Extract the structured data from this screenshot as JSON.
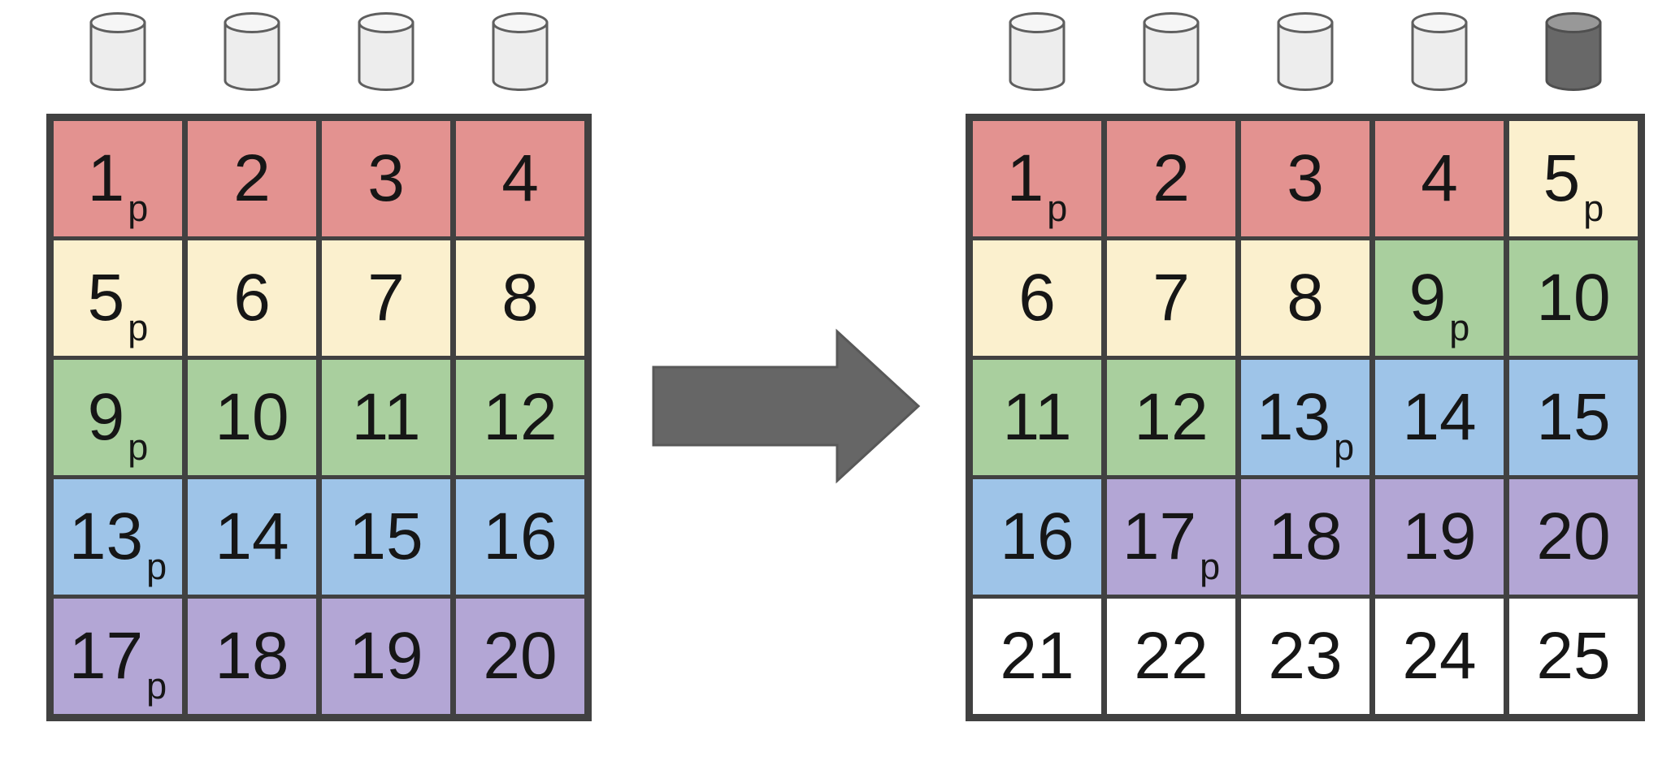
{
  "diagram": {
    "type": "partition-rebalancing",
    "arrow_direction": "right"
  },
  "colors": {
    "red": "#E39290",
    "cream": "#FBF0CE",
    "green": "#A9CF9E",
    "blue": "#9EC4E8",
    "purple": "#B3A6D5",
    "white": "#FFFFFF",
    "grid_line": "#414141",
    "arrow_fill": "#666666",
    "arrow_stroke": "#585858",
    "disk_light_body": "#EDEDED",
    "disk_light_top": "#F6F6F6",
    "disk_light_stroke": "#5F5F5F",
    "disk_dark_body": "#686868",
    "disk_dark_top": "#989898",
    "disk_dark_stroke": "#4F4F4F"
  },
  "left_panel": {
    "disks": [
      {
        "variant": "light"
      },
      {
        "variant": "light"
      },
      {
        "variant": "light"
      },
      {
        "variant": "light"
      }
    ],
    "grid_rows": [
      [
        {
          "label": "1",
          "subscript": "p",
          "color": "red"
        },
        {
          "label": "2",
          "subscript": "",
          "color": "red"
        },
        {
          "label": "3",
          "subscript": "",
          "color": "red"
        },
        {
          "label": "4",
          "subscript": "",
          "color": "red"
        }
      ],
      [
        {
          "label": "5",
          "subscript": "p",
          "color": "cream"
        },
        {
          "label": "6",
          "subscript": "",
          "color": "cream"
        },
        {
          "label": "7",
          "subscript": "",
          "color": "cream"
        },
        {
          "label": "8",
          "subscript": "",
          "color": "cream"
        }
      ],
      [
        {
          "label": "9",
          "subscript": "p",
          "color": "green"
        },
        {
          "label": "10",
          "subscript": "",
          "color": "green"
        },
        {
          "label": "11",
          "subscript": "",
          "color": "green"
        },
        {
          "label": "12",
          "subscript": "",
          "color": "green"
        }
      ],
      [
        {
          "label": "13",
          "subscript": "p",
          "color": "blue"
        },
        {
          "label": "14",
          "subscript": "",
          "color": "blue"
        },
        {
          "label": "15",
          "subscript": "",
          "color": "blue"
        },
        {
          "label": "16",
          "subscript": "",
          "color": "blue"
        }
      ],
      [
        {
          "label": "17",
          "subscript": "p",
          "color": "purple"
        },
        {
          "label": "18",
          "subscript": "",
          "color": "purple"
        },
        {
          "label": "19",
          "subscript": "",
          "color": "purple"
        },
        {
          "label": "20",
          "subscript": "",
          "color": "purple"
        }
      ]
    ]
  },
  "right_panel": {
    "disks": [
      {
        "variant": "light"
      },
      {
        "variant": "light"
      },
      {
        "variant": "light"
      },
      {
        "variant": "light"
      },
      {
        "variant": "dark"
      }
    ],
    "grid_rows": [
      [
        {
          "label": "1",
          "subscript": "p",
          "color": "red"
        },
        {
          "label": "2",
          "subscript": "",
          "color": "red"
        },
        {
          "label": "3",
          "subscript": "",
          "color": "red"
        },
        {
          "label": "4",
          "subscript": "",
          "color": "red"
        },
        {
          "label": "5",
          "subscript": "p",
          "color": "cream"
        }
      ],
      [
        {
          "label": "6",
          "subscript": "",
          "color": "cream"
        },
        {
          "label": "7",
          "subscript": "",
          "color": "cream"
        },
        {
          "label": "8",
          "subscript": "",
          "color": "cream"
        },
        {
          "label": "9",
          "subscript": "p",
          "color": "green"
        },
        {
          "label": "10",
          "subscript": "",
          "color": "green"
        }
      ],
      [
        {
          "label": "11",
          "subscript": "",
          "color": "green"
        },
        {
          "label": "12",
          "subscript": "",
          "color": "green"
        },
        {
          "label": "13",
          "subscript": "p",
          "color": "blue"
        },
        {
          "label": "14",
          "subscript": "",
          "color": "blue"
        },
        {
          "label": "15",
          "subscript": "",
          "color": "blue"
        }
      ],
      [
        {
          "label": "16",
          "subscript": "",
          "color": "blue"
        },
        {
          "label": "17",
          "subscript": "p",
          "color": "purple"
        },
        {
          "label": "18",
          "subscript": "",
          "color": "purple"
        },
        {
          "label": "19",
          "subscript": "",
          "color": "purple"
        },
        {
          "label": "20",
          "subscript": "",
          "color": "purple"
        }
      ],
      [
        {
          "label": "21",
          "subscript": "",
          "color": "white"
        },
        {
          "label": "22",
          "subscript": "",
          "color": "white"
        },
        {
          "label": "23",
          "subscript": "",
          "color": "white"
        },
        {
          "label": "24",
          "subscript": "",
          "color": "white"
        },
        {
          "label": "25",
          "subscript": "",
          "color": "white"
        }
      ]
    ]
  }
}
